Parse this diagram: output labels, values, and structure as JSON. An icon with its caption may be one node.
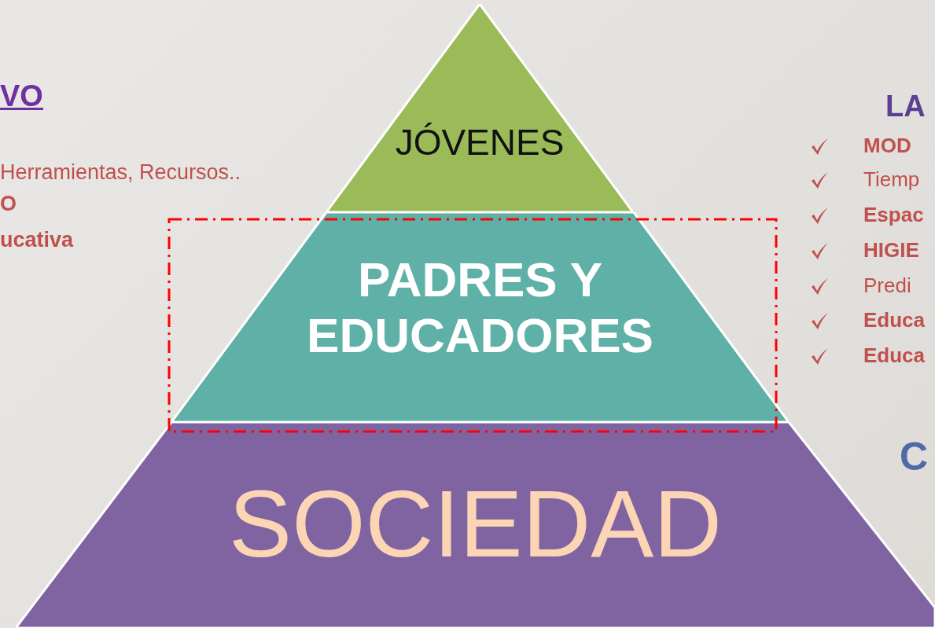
{
  "diagram": {
    "nodes": [
      {
        "text": [
          "JÓVENES"
        ]
      },
      {
        "text": [
          "PADRES Y EDUCADORES"
        ]
      },
      {
        "text": [
          "SOCIEDAD"
        ]
      }
    ],
    "labels": [
      "VO",
      "Herramientas, Recursos..",
      "O",
      "ucativa",
      "LA",
      "MOD",
      "Tiemp",
      "Espac",
      "HIGIE",
      "Predi",
      "Educa",
      "Educa",
      "C"
    ]
  }
}
